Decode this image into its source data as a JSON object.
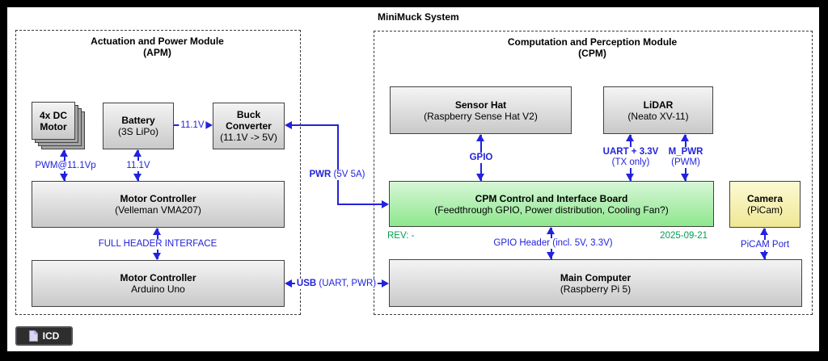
{
  "system": {
    "title": "MiniMuck System"
  },
  "apm": {
    "title": "Actuation and Power Module",
    "subtitle": "(APM)",
    "motor": {
      "l1": "4x DC",
      "l2": "Motor"
    },
    "battery": {
      "l1": "Battery",
      "l2": "(3S LiPo)"
    },
    "buck": {
      "l1": "Buck",
      "l2": "Converter",
      "l3": "(11.1V -> 5V)"
    },
    "motor_controller": {
      "l1": "Motor Controller",
      "l2": "(Velleman VMA207)"
    },
    "arduino": {
      "l1": "Motor Controller",
      "l2": "Arduino Uno"
    },
    "labels": {
      "pwm": "PWM@11.1Vp",
      "batt_v": "11.1V",
      "buck_v": "11.1V",
      "header": "FULL HEADER INTERFACE"
    }
  },
  "cpm": {
    "title": "Computation and Perception Module",
    "subtitle": "(CPM)",
    "sensor_hat": {
      "l1": "Sensor Hat",
      "l2": "(Raspberry Sense Hat V2)"
    },
    "lidar": {
      "l1": "LiDAR",
      "l2": "(Neato XV-11)"
    },
    "board": {
      "l1": "CPM Control and Interface Board",
      "l2": "(Feedthrough GPIO, Power distribution, Cooling Fan?)",
      "rev": "REV: -",
      "date": "2025-09-21"
    },
    "camera": {
      "l1": "Camera",
      "l2": "(PiCam)"
    },
    "main_computer": {
      "l1": "Main Computer",
      "l2": "(Raspberry Pi 5)"
    },
    "labels": {
      "gpio": "GPIO",
      "uart1": "UART + 3.3V",
      "uart2": "(TX only)",
      "mpwr1": "M_PWR",
      "mpwr2": "(PWM)",
      "gpio_header": "GPIO Header (incl. 5V, 3.3V)",
      "picam": "PiCAM Port"
    }
  },
  "links": {
    "pwr_b": "PWR",
    "pwr_r": " (5V 5A)",
    "usb_b": "USB",
    "usb_r": " (UART, PWR)"
  },
  "badge": {
    "label": "ICD"
  },
  "colors": {
    "accent_blue": "#2222dd",
    "annotation_green": "#00a050",
    "board_green": "#8ee78e",
    "camera_yellow": "#f7f0a8",
    "block_gray": "#c9c9c9"
  }
}
